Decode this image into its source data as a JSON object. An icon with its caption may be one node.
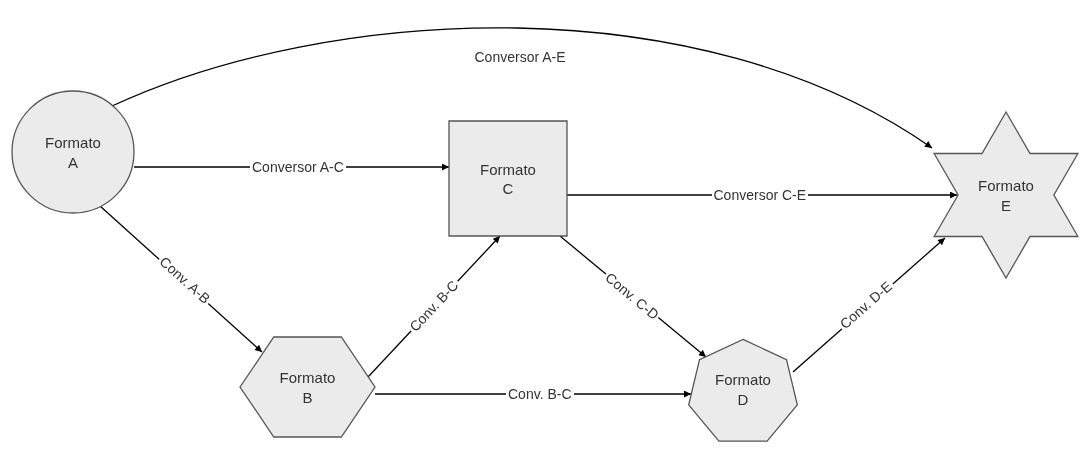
{
  "diagram": {
    "nodes": [
      {
        "text": [
          "Formato A"
        ]
      },
      {
        "text": [
          "Formato C"
        ]
      },
      {
        "text": [
          "Formato E"
        ]
      },
      {
        "text": [
          "Formato B"
        ]
      },
      {
        "text": [
          "Formato D"
        ]
      }
    ],
    "edges": [
      {
        "from": 0,
        "to": 2,
        "arrow": "to",
        "label": "Conversor A-E"
      },
      {
        "from": 0,
        "to": 1,
        "arrow": "to",
        "label": "Conversor A-C"
      },
      {
        "from": 0,
        "to": 3,
        "arrow": "to",
        "label": "Conv. A-B"
      },
      {
        "from": 3,
        "to": 1,
        "arrow": "to",
        "label": "Conv. B-C"
      },
      {
        "from": 1,
        "to": 4,
        "arrow": "to",
        "label": "Conv. C-D"
      },
      {
        "from": 3,
        "to": 4,
        "arrow": "to",
        "label": "Conv. B-C"
      },
      {
        "from": 1,
        "to": 2,
        "arrow": "to",
        "label": "Conversor C-E"
      },
      {
        "from": 4,
        "to": 2,
        "arrow": "to",
        "label": "Conv. D-E"
      }
    ]
  }
}
